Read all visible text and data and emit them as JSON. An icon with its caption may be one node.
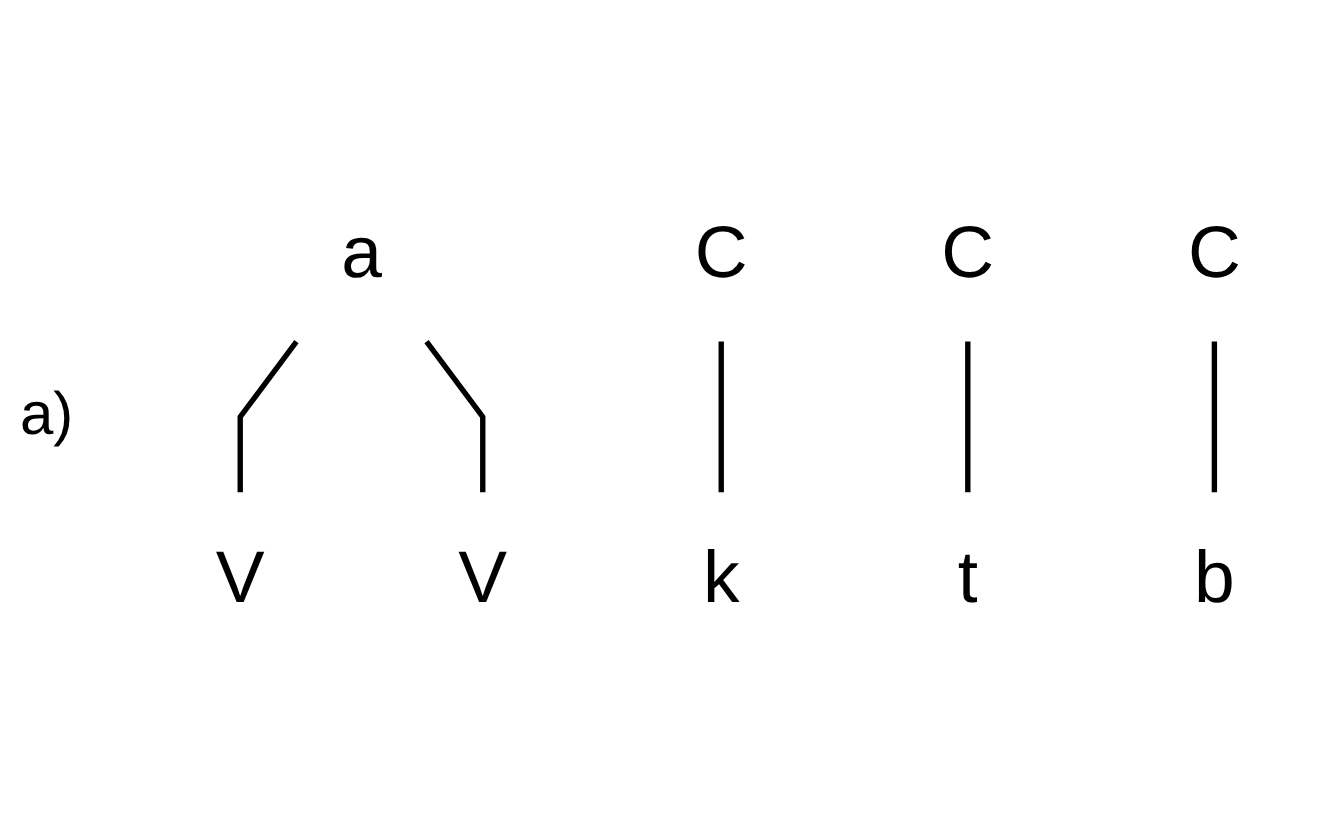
{
  "diagram": {
    "nodes": [
      {
        "text": [
          "a"
        ]
      },
      {
        "text": [
          "C"
        ]
      },
      {
        "text": [
          "V"
        ]
      },
      {
        "text": [
          "C"
        ]
      },
      {
        "text": [
          "V"
        ]
      },
      {
        "text": [
          "C"
        ]
      },
      {
        "text": [
          "k"
        ]
      },
      {
        "text": [
          "t"
        ]
      },
      {
        "text": [
          "b"
        ]
      }
    ],
    "edges": [
      {
        "from": 0,
        "to": 2,
        "arrow": "none"
      },
      {
        "from": 0,
        "to": 4,
        "arrow": "none"
      },
      {
        "from": 1,
        "to": 6,
        "arrow": "none"
      },
      {
        "from": 3,
        "to": 7,
        "arrow": "none"
      },
      {
        "from": 5,
        "to": 8,
        "arrow": "none"
      }
    ],
    "labels": [
      "a)"
    ]
  }
}
